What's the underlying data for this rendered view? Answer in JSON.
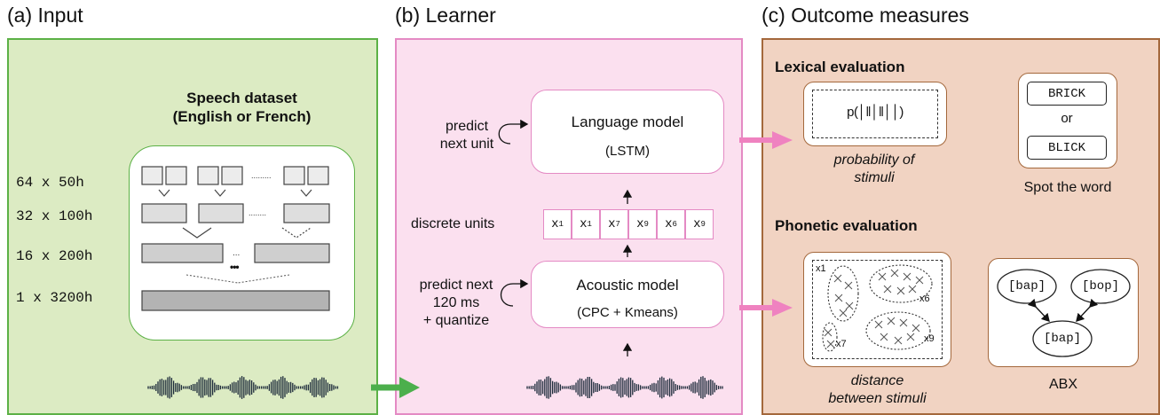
{
  "panels": {
    "input": {
      "title": "(a) Input",
      "dataset_title_line1": "Speech dataset",
      "dataset_title_line2": "(English or French)",
      "splits": [
        "64 x 50h",
        "32 x 100h",
        "16 x 200h",
        "1 x 3200h"
      ],
      "dots_small_1": ".........",
      "dots_small_2": "........",
      "dots_mid": "...",
      "dots_big": "•••"
    },
    "learner": {
      "title": "(b) Learner",
      "lm_title": "Language model",
      "lm_sub": "(LSTM)",
      "lm_side_line1": "predict",
      "lm_side_line2": "next unit",
      "discrete_label": "discrete units",
      "units": [
        {
          "base": "x",
          "sub": "1"
        },
        {
          "base": "x",
          "sub": "1"
        },
        {
          "base": "x",
          "sub": "7"
        },
        {
          "base": "x",
          "sub": "9"
        },
        {
          "base": "x",
          "sub": "6"
        },
        {
          "base": "x",
          "sub": "9"
        }
      ],
      "am_title": "Acoustic model",
      "am_sub": "(CPC + Kmeans)",
      "am_side_line1": "predict next",
      "am_side_line2": "120 ms",
      "am_side_line3": "+ quantize"
    },
    "outcome": {
      "title": "(c) Outcome measures",
      "lexical_title": "Lexical evaluation",
      "prob_text": "p(│‖│‖││)",
      "prob_caption_line1": "probability of",
      "prob_caption_line2": "stimuli",
      "word_a": "BRICK",
      "word_or": "or",
      "word_b": "BLICK",
      "spot_caption": "Spot the word",
      "phonetic_title": "Phonetic evaluation",
      "cluster_labels": [
        "x1",
        "x6",
        "x7",
        "x9"
      ],
      "distance_caption_line1": "distance",
      "distance_caption_line2": "between stimuli",
      "abx_nodes": [
        "[bap]",
        "[bop]",
        "[bap]"
      ],
      "abx_caption": "ABX"
    }
  },
  "colors": {
    "input_fill": "#dcebc3",
    "input_border": "#5cb146",
    "learner_fill": "#fbe0ef",
    "learner_border": "#e48ac4",
    "outcome_fill": "#f1d3c2",
    "outcome_border": "#a4683c",
    "arrow": "#ef82c0",
    "green_arrow": "#4caf4c"
  }
}
